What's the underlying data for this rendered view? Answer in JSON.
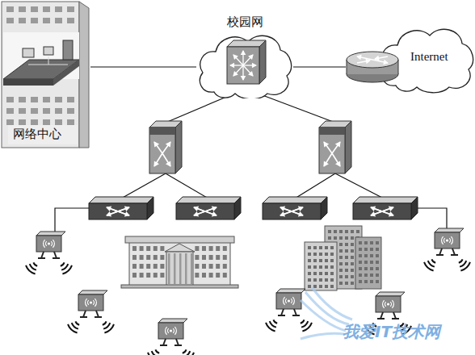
{
  "diagram": {
    "nodes": [
      {
        "text": [
          "网络中心"
        ]
      },
      {
        "text": [
          "校园网"
        ]
      },
      {
        "text": [
          "Internet"
        ]
      }
    ],
    "edges": [
      {
        "from": 0,
        "to": 1,
        "arrow": "none"
      },
      {
        "from": 1,
        "to": 2,
        "arrow": "none"
      }
    ],
    "labels": [
      "我爱IT技术网"
    ]
  }
}
